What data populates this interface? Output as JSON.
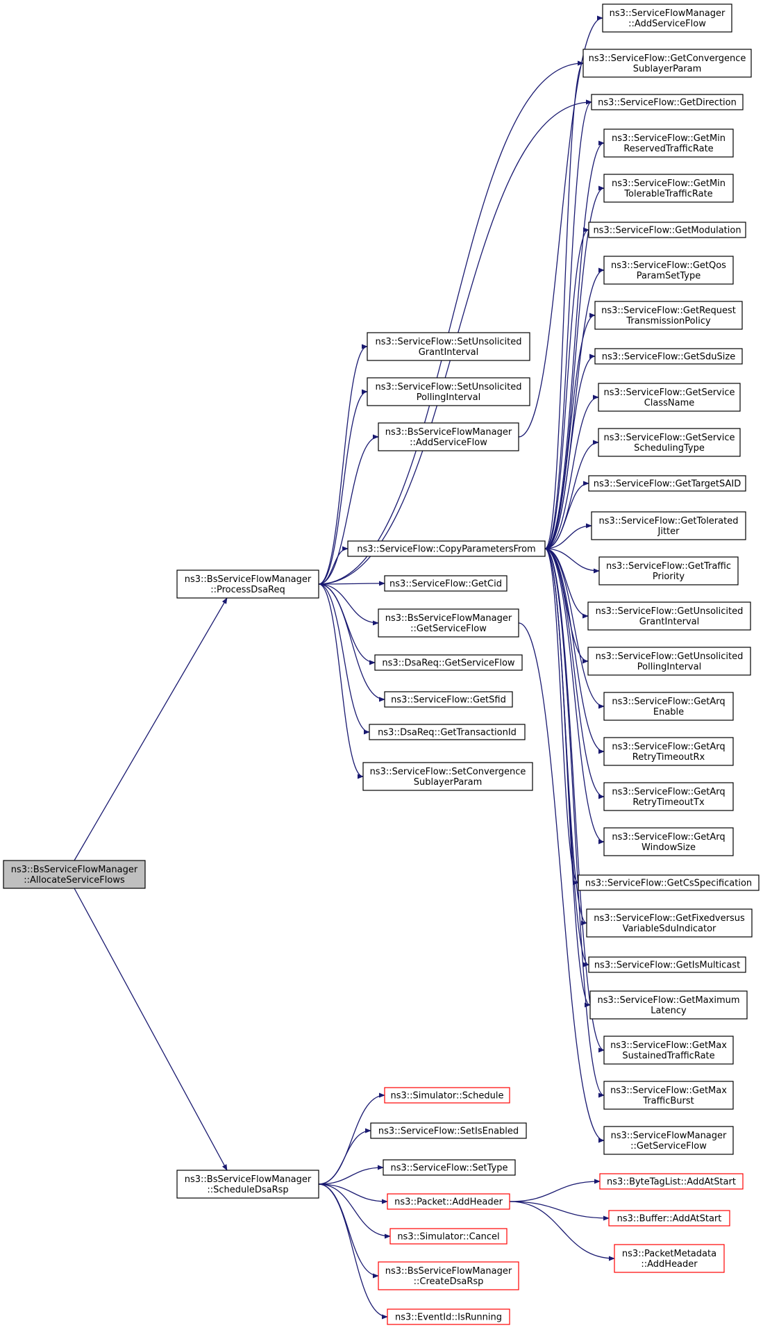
{
  "colors": {
    "edge": "#191970",
    "root_fill": "#bfbfbf",
    "normal_border": "#000000",
    "truncated_border": "#ff0000"
  },
  "nodes": [
    {
      "id": "allocate",
      "lines": [
        "ns3::BsServiceFlowManager",
        "::AllocateServiceFlows"
      ],
      "style": "root"
    },
    {
      "id": "processdsareq",
      "lines": [
        "ns3::BsServiceFlowManager",
        "::ProcessDsaReq"
      ],
      "style": "normal"
    },
    {
      "id": "scheduledsarsp",
      "lines": [
        "ns3::BsServiceFlowManager",
        "::ScheduleDsaRsp"
      ],
      "style": "normal"
    },
    {
      "id": "sf_setugi",
      "lines": [
        "ns3::ServiceFlow::SetUnsolicited",
        "GrantInterval"
      ],
      "style": "normal"
    },
    {
      "id": "sf_setupi",
      "lines": [
        "ns3::ServiceFlow::SetUnsolicited",
        "PollingInterval"
      ],
      "style": "normal"
    },
    {
      "id": "bsm_add",
      "lines": [
        "ns3::BsServiceFlowManager",
        "::AddServiceFlow"
      ],
      "style": "normal"
    },
    {
      "id": "copyparams",
      "lines": [
        "ns3::ServiceFlow::CopyParametersFrom"
      ],
      "style": "normal"
    },
    {
      "id": "getcid",
      "lines": [
        "ns3::ServiceFlow::GetCid"
      ],
      "style": "normal"
    },
    {
      "id": "bsm_get",
      "lines": [
        "ns3::BsServiceFlowManager",
        "::GetServiceFlow"
      ],
      "style": "normal"
    },
    {
      "id": "dsareq_getsf",
      "lines": [
        "ns3::DsaReq::GetServiceFlow"
      ],
      "style": "normal"
    },
    {
      "id": "getsfid",
      "lines": [
        "ns3::ServiceFlow::GetSfid"
      ],
      "style": "normal"
    },
    {
      "id": "dsareq_gettid",
      "lines": [
        "ns3::DsaReq::GetTransactionId"
      ],
      "style": "normal"
    },
    {
      "id": "setconv",
      "lines": [
        "ns3::ServiceFlow::SetConvergence",
        "SublayerParam"
      ],
      "style": "normal"
    },
    {
      "id": "sfm_add",
      "lines": [
        "ns3::ServiceFlowManager",
        "::AddServiceFlow"
      ],
      "style": "normal"
    },
    {
      "id": "getconv",
      "lines": [
        "ns3::ServiceFlow::GetConvergence",
        "SublayerParam"
      ],
      "style": "normal"
    },
    {
      "id": "getdir",
      "lines": [
        "ns3::ServiceFlow::GetDirection"
      ],
      "style": "normal"
    },
    {
      "id": "getminres",
      "lines": [
        "ns3::ServiceFlow::GetMin",
        "ReservedTrafficRate"
      ],
      "style": "normal"
    },
    {
      "id": "getmintol",
      "lines": [
        "ns3::ServiceFlow::GetMin",
        "TolerableTrafficRate"
      ],
      "style": "normal"
    },
    {
      "id": "getmod",
      "lines": [
        "ns3::ServiceFlow::GetModulation"
      ],
      "style": "normal"
    },
    {
      "id": "getqos",
      "lines": [
        "ns3::ServiceFlow::GetQos",
        "ParamSetType"
      ],
      "style": "normal"
    },
    {
      "id": "getreq",
      "lines": [
        "ns3::ServiceFlow::GetRequest",
        "TransmissionPolicy"
      ],
      "style": "normal"
    },
    {
      "id": "getsdu",
      "lines": [
        "ns3::ServiceFlow::GetSduSize"
      ],
      "style": "normal"
    },
    {
      "id": "getsvccls",
      "lines": [
        "ns3::ServiceFlow::GetService",
        "ClassName"
      ],
      "style": "normal"
    },
    {
      "id": "getsvcsch",
      "lines": [
        "ns3::ServiceFlow::GetService",
        "SchedulingType"
      ],
      "style": "normal"
    },
    {
      "id": "getsaid",
      "lines": [
        "ns3::ServiceFlow::GetTargetSAID"
      ],
      "style": "normal"
    },
    {
      "id": "gettoljit",
      "lines": [
        "ns3::ServiceFlow::GetTolerated",
        "Jitter"
      ],
      "style": "normal"
    },
    {
      "id": "gettrpri",
      "lines": [
        "ns3::ServiceFlow::GetTraffic",
        "Priority"
      ],
      "style": "normal"
    },
    {
      "id": "getugi",
      "lines": [
        "ns3::ServiceFlow::GetUnsolicited",
        "GrantInterval"
      ],
      "style": "normal"
    },
    {
      "id": "getupi",
      "lines": [
        "ns3::ServiceFlow::GetUnsolicited",
        "PollingInterval"
      ],
      "style": "normal"
    },
    {
      "id": "getarqen",
      "lines": [
        "ns3::ServiceFlow::GetArq",
        "Enable"
      ],
      "style": "normal"
    },
    {
      "id": "getarqrx",
      "lines": [
        "ns3::ServiceFlow::GetArq",
        "RetryTimeoutRx"
      ],
      "style": "normal"
    },
    {
      "id": "getarqtx",
      "lines": [
        "ns3::ServiceFlow::GetArq",
        "RetryTimeoutTx"
      ],
      "style": "normal"
    },
    {
      "id": "getarqws",
      "lines": [
        "ns3::ServiceFlow::GetArq",
        "WindowSize"
      ],
      "style": "normal"
    },
    {
      "id": "getcsspec",
      "lines": [
        "ns3::ServiceFlow::GetCsSpecification"
      ],
      "style": "normal"
    },
    {
      "id": "getfixed",
      "lines": [
        "ns3::ServiceFlow::GetFixedversus",
        "VariableSduIndicator"
      ],
      "style": "normal"
    },
    {
      "id": "getismc",
      "lines": [
        "ns3::ServiceFlow::GetIsMulticast"
      ],
      "style": "normal"
    },
    {
      "id": "getmaxlat",
      "lines": [
        "ns3::ServiceFlow::GetMaximum",
        "Latency"
      ],
      "style": "normal"
    },
    {
      "id": "getmaxsus",
      "lines": [
        "ns3::ServiceFlow::GetMax",
        "SustainedTrafficRate"
      ],
      "style": "normal"
    },
    {
      "id": "getmaxbur",
      "lines": [
        "ns3::ServiceFlow::GetMax",
        "TrafficBurst"
      ],
      "style": "normal"
    },
    {
      "id": "sfm_get",
      "lines": [
        "ns3::ServiceFlowManager",
        "::GetServiceFlow"
      ],
      "style": "normal"
    },
    {
      "id": "sim_sched",
      "lines": [
        "ns3::Simulator::Schedule"
      ],
      "style": "truncated"
    },
    {
      "id": "setisen",
      "lines": [
        "ns3::ServiceFlow::SetIsEnabled"
      ],
      "style": "normal"
    },
    {
      "id": "settype",
      "lines": [
        "ns3::ServiceFlow::SetType"
      ],
      "style": "normal"
    },
    {
      "id": "addheader",
      "lines": [
        "ns3::Packet::AddHeader"
      ],
      "style": "truncated"
    },
    {
      "id": "sim_cancel",
      "lines": [
        "ns3::Simulator::Cancel"
      ],
      "style": "truncated"
    },
    {
      "id": "createdsarsp",
      "lines": [
        "ns3::BsServiceFlowManager",
        "::CreateDsaRsp"
      ],
      "style": "truncated"
    },
    {
      "id": "isrunning",
      "lines": [
        "ns3::EventId::IsRunning"
      ],
      "style": "truncated"
    },
    {
      "id": "bytetag",
      "lines": [
        "ns3::ByteTagList::AddAtStart"
      ],
      "style": "truncated"
    },
    {
      "id": "bufferadd",
      "lines": [
        "ns3::Buffer::AddAtStart"
      ],
      "style": "truncated"
    },
    {
      "id": "pmaddhdr",
      "lines": [
        "ns3::PacketMetadata",
        "::AddHeader"
      ],
      "style": "truncated"
    }
  ],
  "edges": [
    [
      "allocate",
      "processdsareq"
    ],
    [
      "allocate",
      "scheduledsarsp"
    ],
    [
      "processdsareq",
      "sf_setugi"
    ],
    [
      "processdsareq",
      "sf_setupi"
    ],
    [
      "processdsareq",
      "bsm_add"
    ],
    [
      "processdsareq",
      "copyparams"
    ],
    [
      "processdsareq",
      "getcid"
    ],
    [
      "processdsareq",
      "bsm_get"
    ],
    [
      "processdsareq",
      "dsareq_getsf"
    ],
    [
      "processdsareq",
      "getsfid"
    ],
    [
      "processdsareq",
      "dsareq_gettid"
    ],
    [
      "processdsareq",
      "setconv"
    ],
    [
      "processdsareq",
      "getconv"
    ],
    [
      "processdsareq",
      "getdir"
    ],
    [
      "bsm_add",
      "sfm_add"
    ],
    [
      "bsm_get",
      "sfm_get"
    ],
    [
      "copyparams",
      "getconv"
    ],
    [
      "copyparams",
      "getdir"
    ],
    [
      "copyparams",
      "getminres"
    ],
    [
      "copyparams",
      "getmintol"
    ],
    [
      "copyparams",
      "getmod"
    ],
    [
      "copyparams",
      "getqos"
    ],
    [
      "copyparams",
      "getreq"
    ],
    [
      "copyparams",
      "getsdu"
    ],
    [
      "copyparams",
      "getsvccls"
    ],
    [
      "copyparams",
      "getsvcsch"
    ],
    [
      "copyparams",
      "getsaid"
    ],
    [
      "copyparams",
      "gettoljit"
    ],
    [
      "copyparams",
      "gettrpri"
    ],
    [
      "copyparams",
      "getugi"
    ],
    [
      "copyparams",
      "getupi"
    ],
    [
      "copyparams",
      "getarqen"
    ],
    [
      "copyparams",
      "getarqrx"
    ],
    [
      "copyparams",
      "getarqtx"
    ],
    [
      "copyparams",
      "getarqws"
    ],
    [
      "copyparams",
      "getcsspec"
    ],
    [
      "copyparams",
      "getfixed"
    ],
    [
      "copyparams",
      "getismc"
    ],
    [
      "copyparams",
      "getmaxlat"
    ],
    [
      "copyparams",
      "getmaxsus"
    ],
    [
      "copyparams",
      "getmaxbur"
    ],
    [
      "scheduledsarsp",
      "sim_sched"
    ],
    [
      "scheduledsarsp",
      "setisen"
    ],
    [
      "scheduledsarsp",
      "settype"
    ],
    [
      "scheduledsarsp",
      "addheader"
    ],
    [
      "scheduledsarsp",
      "sim_cancel"
    ],
    [
      "scheduledsarsp",
      "createdsarsp"
    ],
    [
      "scheduledsarsp",
      "isrunning"
    ],
    [
      "addheader",
      "bytetag"
    ],
    [
      "addheader",
      "bufferadd"
    ],
    [
      "addheader",
      "pmaddhdr"
    ]
  ]
}
